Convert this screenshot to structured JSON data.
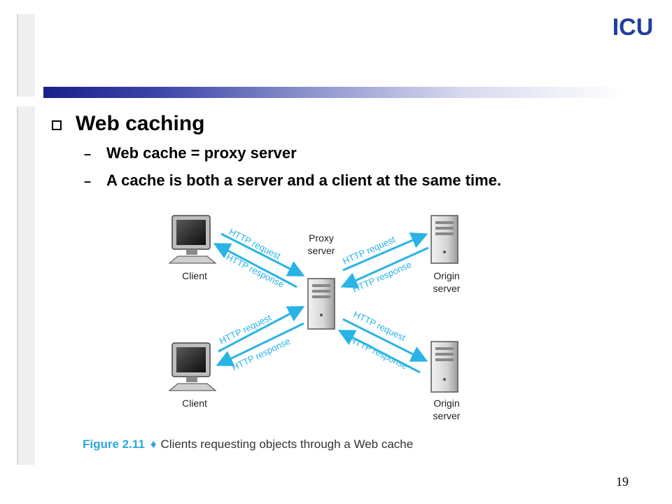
{
  "logo": {
    "text": "ICU",
    "color": "#1f3f9c"
  },
  "slide": {
    "heading": "Web caching",
    "bullets": [
      {
        "dash": "–",
        "text": "Web cache = proxy server"
      },
      {
        "dash": "–",
        "text": "A cache is both a server and a client at the same time."
      }
    ],
    "page_number": "19"
  },
  "figure": {
    "nodes": {
      "client_top": "Client",
      "client_bottom": "Client",
      "proxy_line1": "Proxy",
      "proxy_line2": "server",
      "origin_top_line1": "Origin",
      "origin_top_line2": "server",
      "origin_bottom_line1": "Origin",
      "origin_bottom_line2": "server"
    },
    "arrows": {
      "request": "HTTP request",
      "response": "HTTP response"
    },
    "caption_label": "Figure 2.11",
    "caption_sep": "♦",
    "caption_text": "Clients requesting objects through a Web cache",
    "colors": {
      "arrow": "#29b3e6",
      "caption": "#29a8df"
    }
  }
}
